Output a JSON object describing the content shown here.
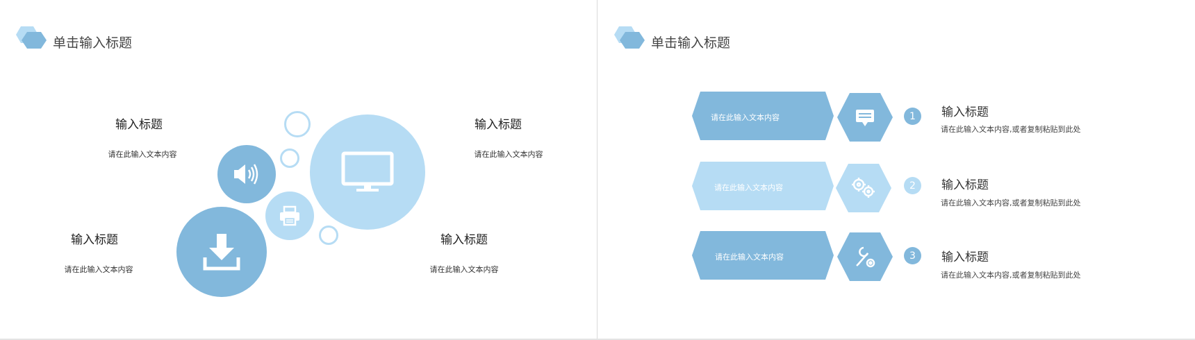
{
  "colors": {
    "dark_blue": "#82b8dc",
    "light_blue": "#b6dcf4",
    "ring_blue": "#b6dcf4"
  },
  "left_slide": {
    "title": "单击输入标题",
    "blocks": [
      {
        "title": "输入标题",
        "body": "请在此输入文本内容"
      },
      {
        "title": "输入标题",
        "body": "请在此输入文本内容"
      },
      {
        "title": "输入标题",
        "body": "请在此输入文本内容"
      },
      {
        "title": "输入标题",
        "body": "请在此输入文本内容"
      }
    ],
    "icons": [
      "speaker-icon",
      "monitor-icon",
      "printer-icon",
      "download-icon"
    ]
  },
  "right_slide": {
    "title": "单击输入标题",
    "rows": [
      {
        "tag": "请在此输入文本内容",
        "icon": "chat-icon",
        "number": "1",
        "title": "输入标题",
        "body": "请在此输入文本内容,或者复制粘贴到此处"
      },
      {
        "tag": "请在此输入文本内容",
        "icon": "gears-icon",
        "number": "2",
        "title": "输入标题",
        "body": "请在此输入文本内容,或者复制粘贴到此处"
      },
      {
        "tag": "请在此输入文本内容",
        "icon": "tools-icon",
        "number": "3",
        "title": "输入标题",
        "body": "请在此输入文本内容,或者复制粘贴到此处"
      }
    ]
  }
}
